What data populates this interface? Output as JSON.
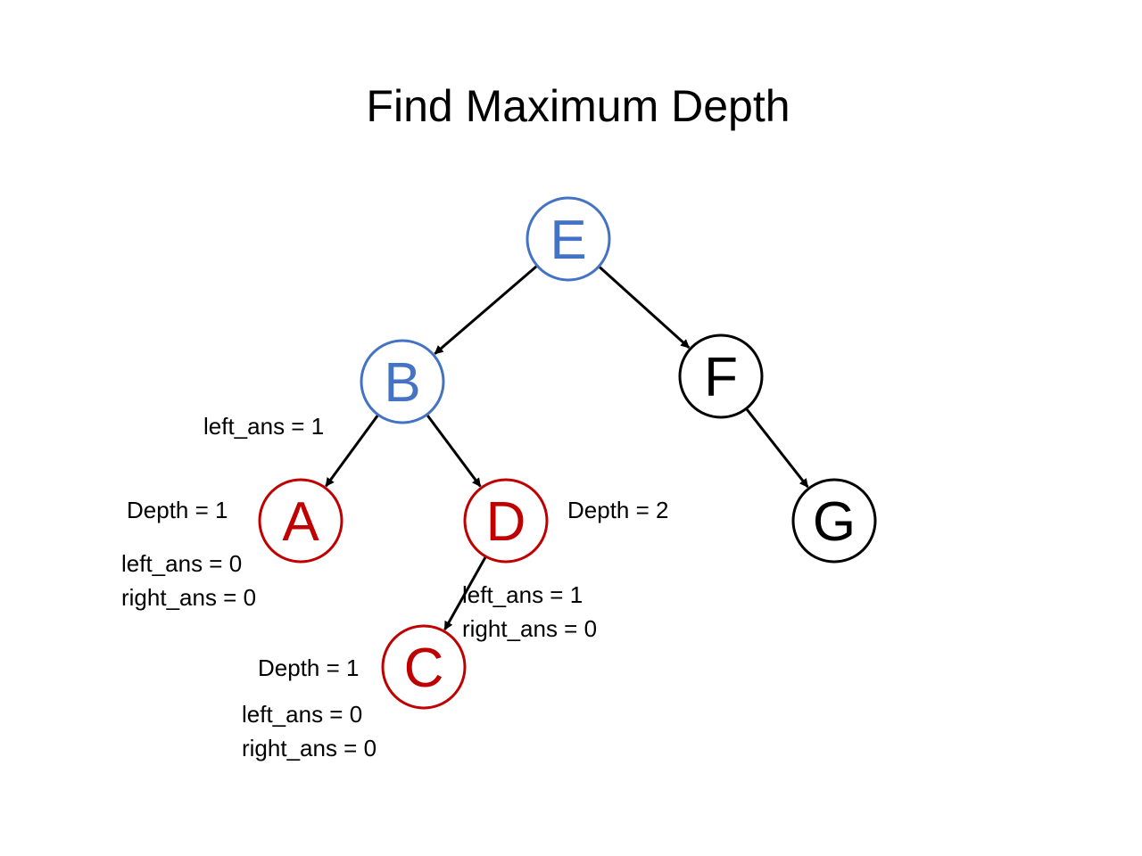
{
  "title": "Find Maximum Depth",
  "colors": {
    "visited": "#4472c4",
    "computed": "#c00000",
    "unvisited": "#000000",
    "edge": "#000000"
  },
  "nodes": {
    "E": {
      "label": "E",
      "state": "visited"
    },
    "B": {
      "label": "B",
      "state": "visited"
    },
    "F": {
      "label": "F",
      "state": "unvisited"
    },
    "A": {
      "label": "A",
      "state": "computed"
    },
    "D": {
      "label": "D",
      "state": "computed"
    },
    "G": {
      "label": "G",
      "state": "unvisited"
    },
    "C": {
      "label": "C",
      "state": "computed"
    }
  },
  "edges": [
    {
      "from": "E",
      "to": "B"
    },
    {
      "from": "E",
      "to": "F"
    },
    {
      "from": "B",
      "to": "A"
    },
    {
      "from": "B",
      "to": "D"
    },
    {
      "from": "F",
      "to": "G"
    },
    {
      "from": "D",
      "to": "C"
    }
  ],
  "annotations": {
    "b_left_ans": "left_ans = 1",
    "a_depth": "Depth = 1",
    "a_left_ans": "left_ans = 0",
    "a_right_ans": "right_ans = 0",
    "d_depth": "Depth = 2",
    "d_left_ans": "left_ans = 1",
    "d_right_ans": "right_ans = 0",
    "c_depth": "Depth = 1",
    "c_left_ans": "left_ans = 0",
    "c_right_ans": "right_ans = 0"
  }
}
